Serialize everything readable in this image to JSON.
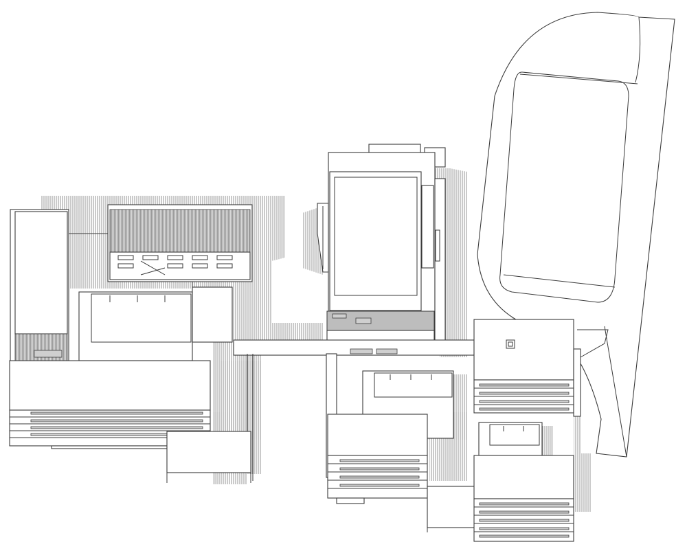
{
  "drawing": {
    "type": "site-plan",
    "style": "black line drawing with hatched grey shadows",
    "colors": {
      "line": "#3a3a3a",
      "shadow": "#9e9e9e",
      "background": "#ffffff"
    },
    "components": [
      "running-track",
      "main-hall",
      "north-wing",
      "west-tower",
      "west-classroom-block",
      "central-corridor",
      "south-classroom-block",
      "east-classroom-block-north",
      "east-classroom-block-south"
    ]
  }
}
